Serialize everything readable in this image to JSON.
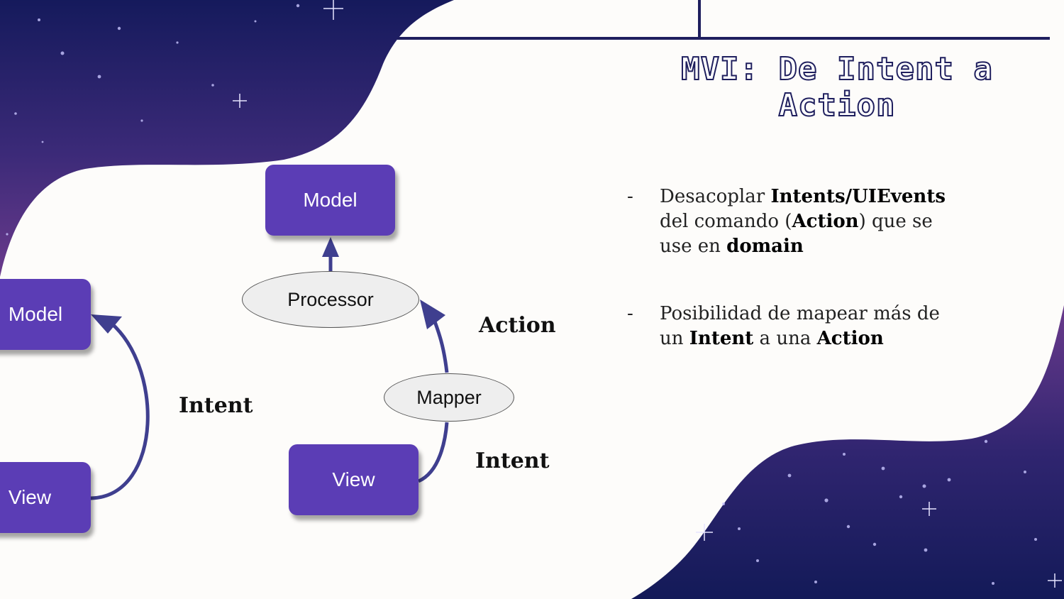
{
  "slide": {
    "title": "MVI: De Intent a Action",
    "colors": {
      "box": "#5b3db5",
      "arrow": "#3f3f8f",
      "title_stroke": "#1f1f5e",
      "space_dark": "#14165a",
      "space_purple": "#5b2f80"
    }
  },
  "diagram": {
    "left": {
      "model": "Model",
      "view": "View",
      "intent_label": "Intent"
    },
    "right": {
      "model": "Model",
      "processor": "Processor",
      "mapper": "Mapper",
      "view": "View",
      "action_label": "Action",
      "intent_label": "Intent"
    }
  },
  "bullets": [
    {
      "dash": "-",
      "parts": [
        "Desacoplar ",
        "Intents/UIEvents",
        " del comando (",
        "Action",
        ") que se use en ",
        "domain"
      ]
    },
    {
      "dash": "-",
      "parts": [
        "Posibilidad de mapear más de un ",
        "Intent",
        " a una ",
        "Action"
      ]
    }
  ]
}
